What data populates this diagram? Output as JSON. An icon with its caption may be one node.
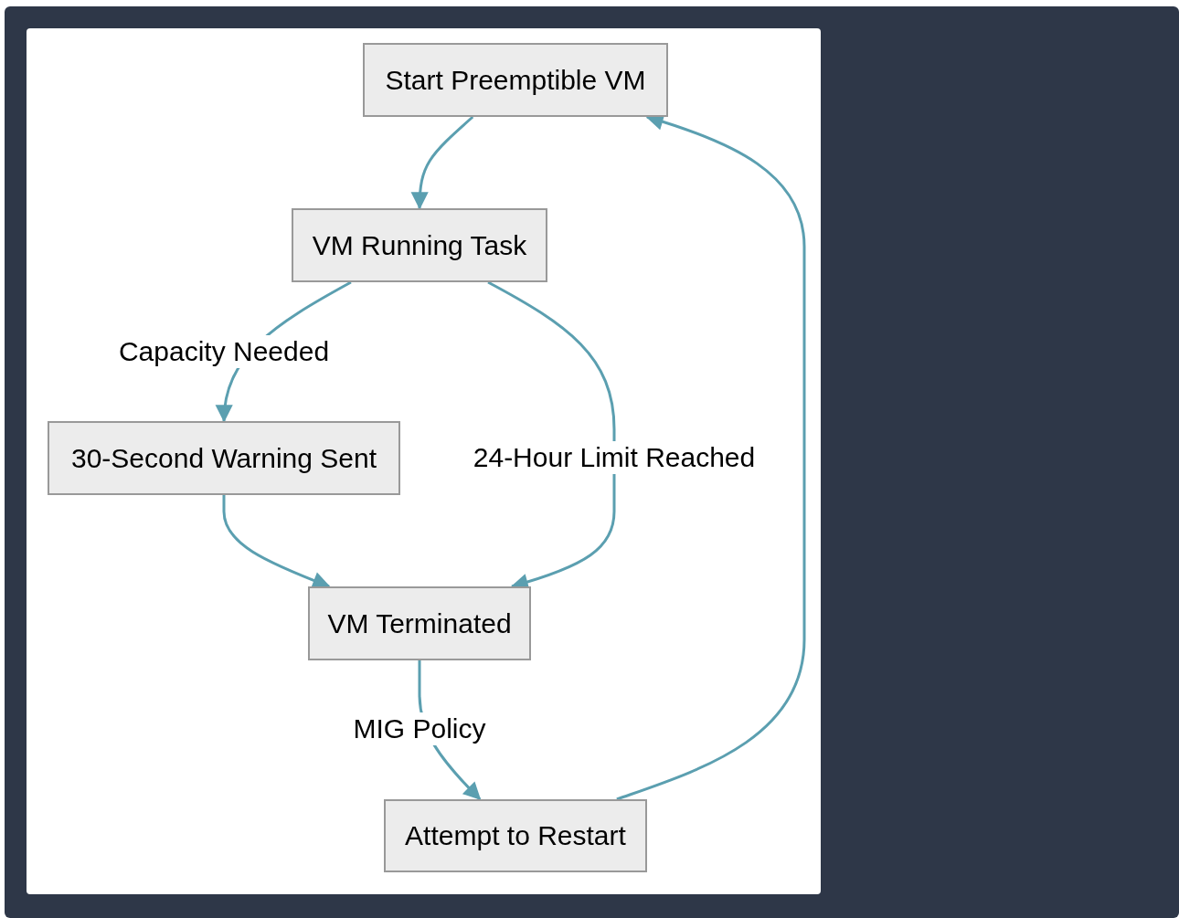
{
  "diagram": {
    "nodes": [
      {
        "text": [
          "Start Preemptible VM"
        ]
      },
      {
        "text": [
          "VM Running Task"
        ]
      },
      {
        "text": [
          "30-Second Warning Sent"
        ]
      },
      {
        "text": [
          "VM Terminated"
        ]
      },
      {
        "text": [
          "Attempt to Restart"
        ]
      }
    ],
    "edges": [
      {
        "from": 0,
        "to": 1,
        "arrow": "to"
      },
      {
        "from": 1,
        "to": 2,
        "arrow": "to",
        "label": "Capacity Needed"
      },
      {
        "from": 1,
        "to": 3,
        "arrow": "to",
        "label": "24-Hour Limit Reached"
      },
      {
        "from": 2,
        "to": 3,
        "arrow": "to"
      },
      {
        "from": 3,
        "to": 4,
        "arrow": "to",
        "label": "MIG Policy"
      },
      {
        "from": 4,
        "to": 0,
        "arrow": "to"
      }
    ]
  }
}
